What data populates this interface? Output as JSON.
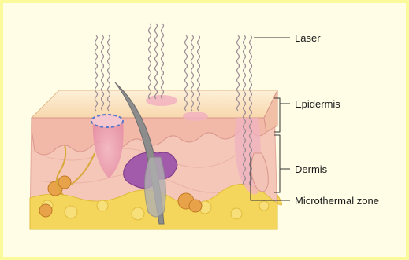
{
  "labels": {
    "laser": "Laser",
    "epidermis": "Epidermis",
    "dermis": "Dermis",
    "microthermal_zone": "Microthermal zone"
  },
  "colors": {
    "frame_border": "#fbfa9a",
    "background": "#fffde6",
    "epidermis": "#fbd9b5",
    "dermis": "#f6c9bd",
    "fat": "#f3d65a",
    "laser_wave": "#9b8c94",
    "treatment_zone": "#e9a3b3",
    "hair": "#8f8f8f",
    "gland": "#a05aa8"
  }
}
